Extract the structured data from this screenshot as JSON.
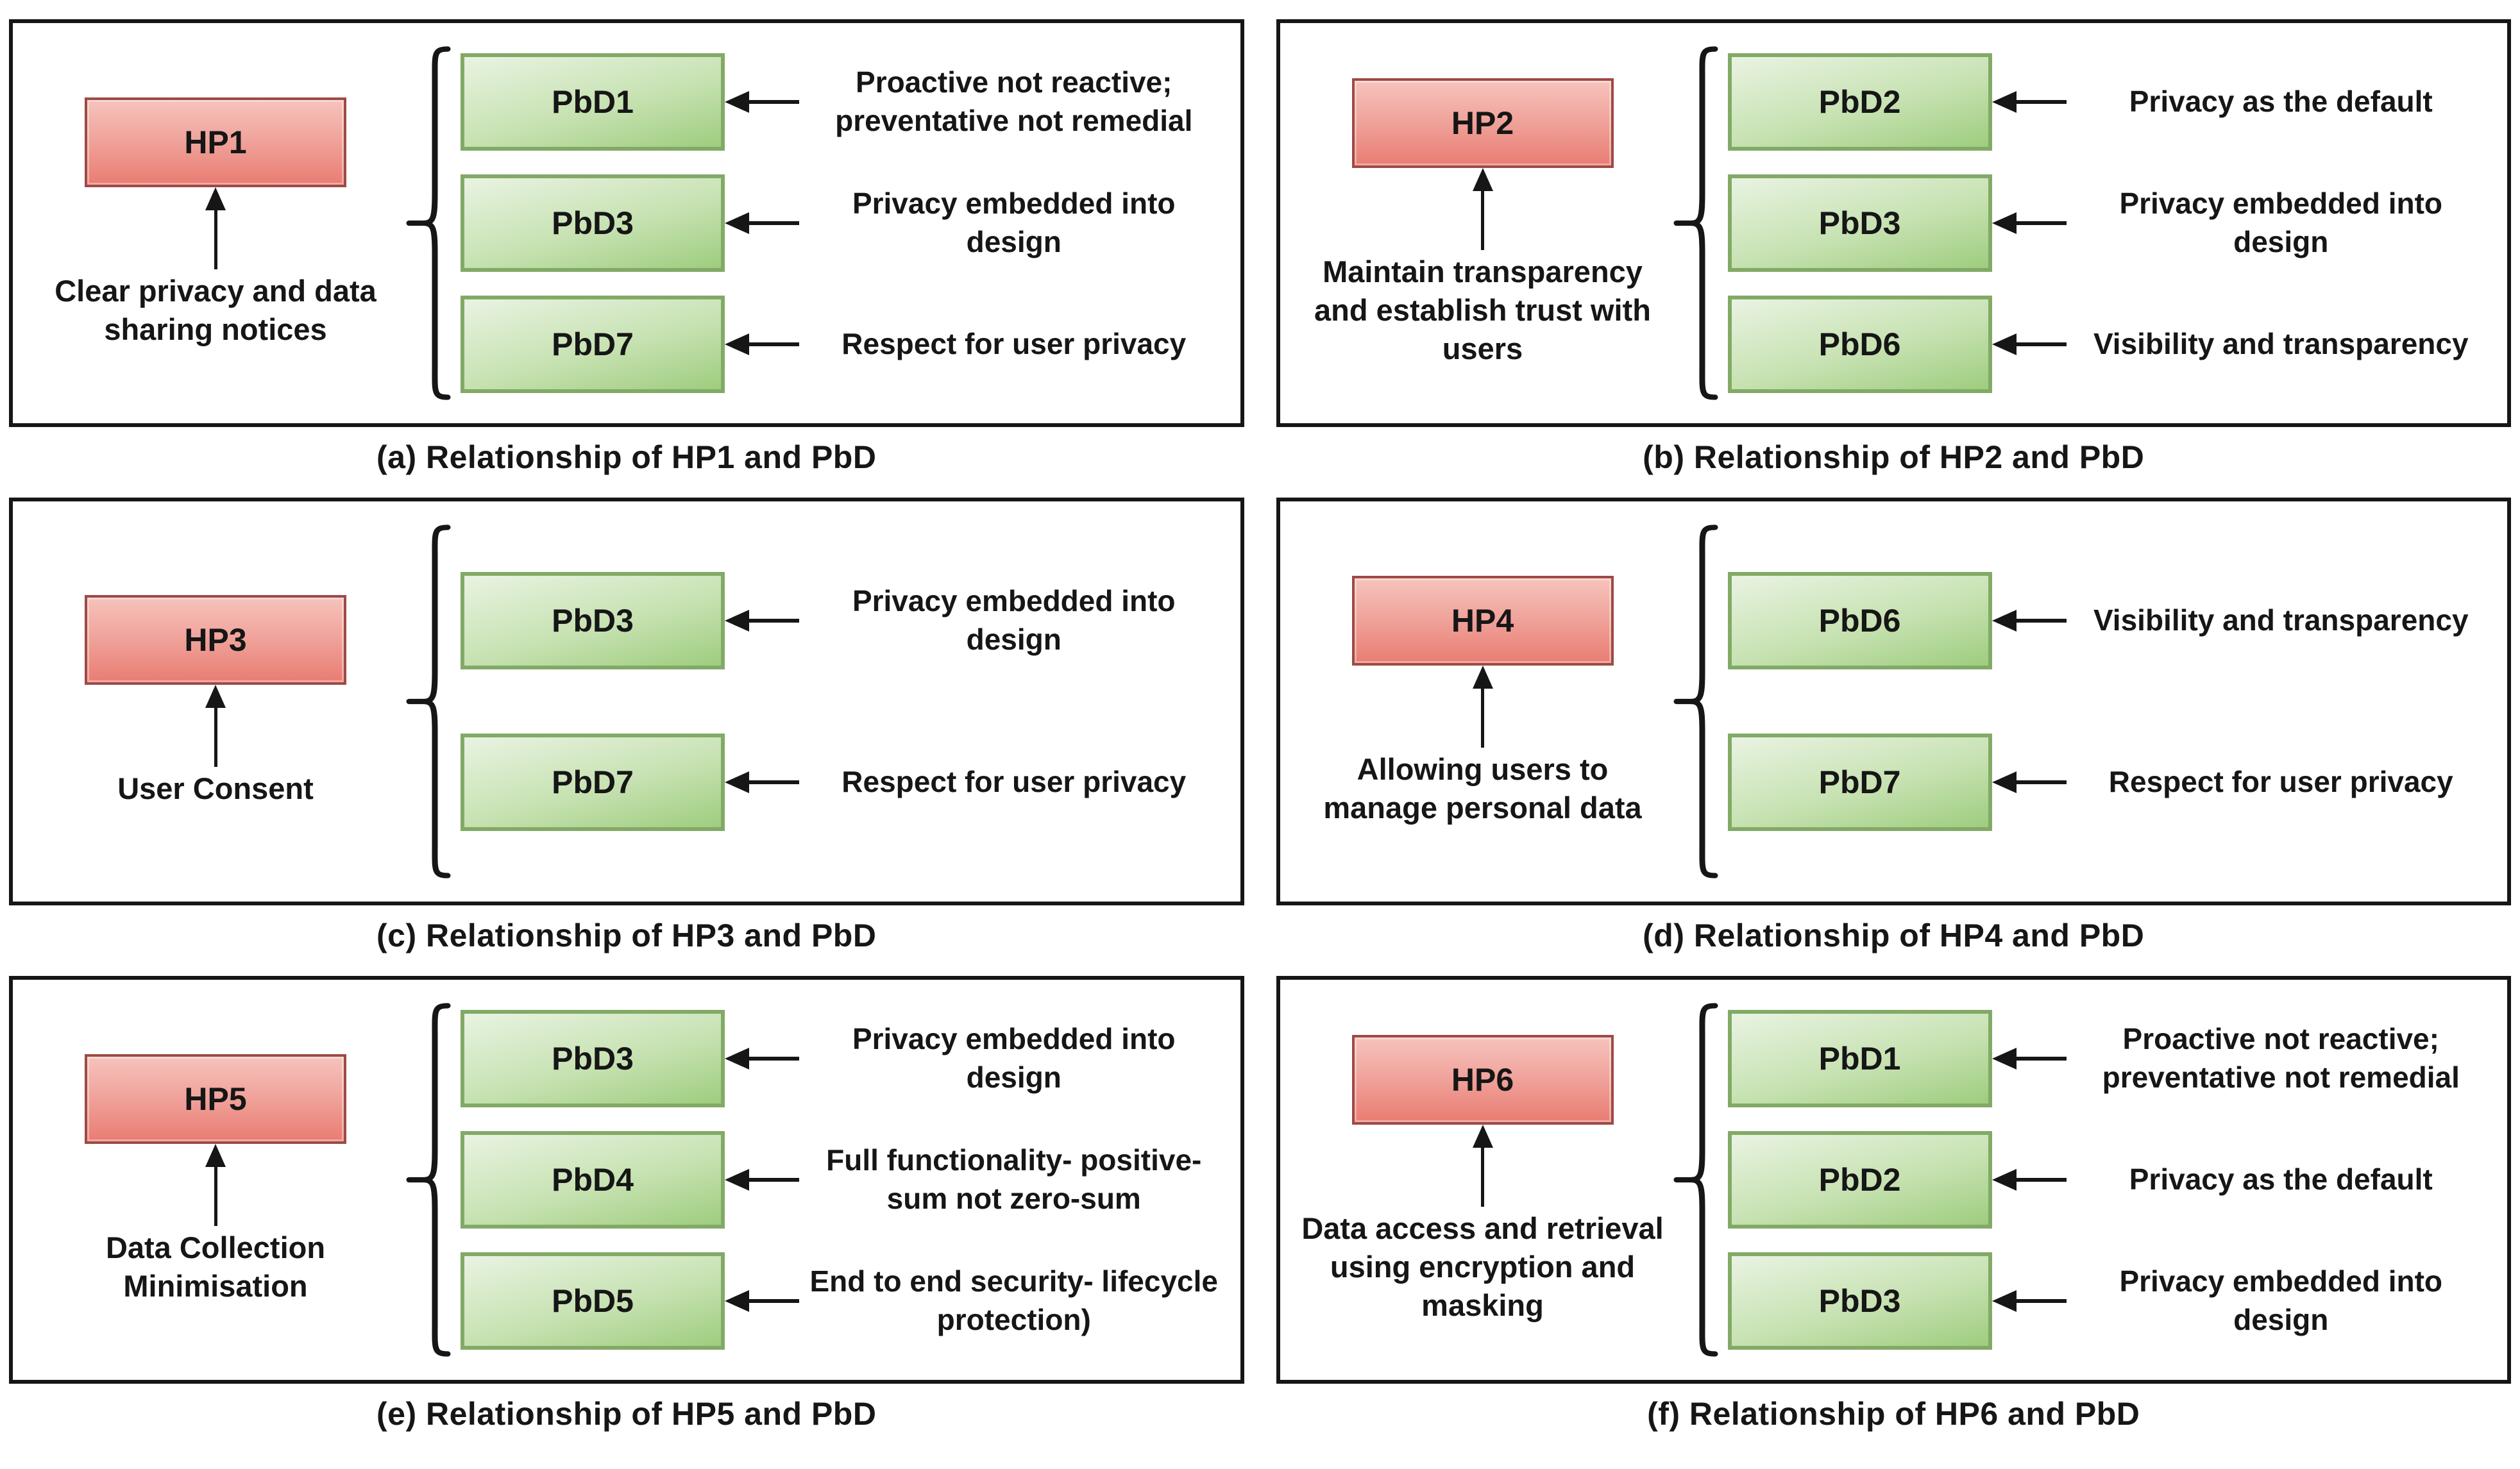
{
  "figure": {
    "colors": {
      "hp_border": "#9e4a45",
      "hp_fill_top": "#f6c3bc",
      "hp_fill_bottom": "#e97c72",
      "pbd_border": "#82aa66",
      "pbd_fill_top": "#e9f3e2",
      "pbd_fill_bottom": "#9ecd7f",
      "frame_border": "#161616",
      "ink": "#161616"
    },
    "panels": [
      {
        "id": "a",
        "hp_label": "HP1",
        "hp_description": "Clear privacy and data sharing notices",
        "caption": "(a) Relationship of HP1 and PbD",
        "items": [
          {
            "label": "PbD1",
            "description": "Proactive not reactive; preventative not remedial"
          },
          {
            "label": "PbD3",
            "description": "Privacy embedded into design"
          },
          {
            "label": "PbD7",
            "description": "Respect for user privacy"
          }
        ]
      },
      {
        "id": "b",
        "hp_label": "HP2",
        "hp_description": "Maintain transparency and establish trust with users",
        "caption": "(b) Relationship of HP2 and PbD",
        "items": [
          {
            "label": "PbD2",
            "description": "Privacy as the default"
          },
          {
            "label": "PbD3",
            "description": "Privacy embedded into design"
          },
          {
            "label": "PbD6",
            "description": "Visibility and transparency"
          }
        ]
      },
      {
        "id": "c",
        "hp_label": "HP3",
        "hp_description": "User Consent",
        "caption": "(c) Relationship of HP3 and PbD",
        "items": [
          {
            "label": "PbD3",
            "description": "Privacy embedded into design"
          },
          {
            "label": "PbD7",
            "description": "Respect for user privacy"
          }
        ]
      },
      {
        "id": "d",
        "hp_label": "HP4",
        "hp_description": "Allowing users to manage personal data",
        "caption": "(d) Relationship of HP4 and PbD",
        "items": [
          {
            "label": "PbD6",
            "description": "Visibility and transparency"
          },
          {
            "label": "PbD7",
            "description": "Respect for user privacy"
          }
        ]
      },
      {
        "id": "e",
        "hp_label": "HP5",
        "hp_description": "Data Collection Minimisation",
        "caption": "(e) Relationship of HP5 and PbD",
        "items": [
          {
            "label": "PbD3",
            "description": "Privacy embedded into design"
          },
          {
            "label": "PbD4",
            "description": "Full functionality- positive-sum not zero-sum"
          },
          {
            "label": "PbD5",
            "description": "End to end security- lifecycle protection)"
          }
        ]
      },
      {
        "id": "f",
        "hp_label": "HP6",
        "hp_description": "Data access and retrieval using encryption and masking",
        "caption": "(f) Relationship of HP6 and PbD",
        "items": [
          {
            "label": "PbD1",
            "description": "Proactive not reactive; preventative not remedial"
          },
          {
            "label": "PbD2",
            "description": "Privacy as the default"
          },
          {
            "label": "PbD3",
            "description": "Privacy embedded into design"
          }
        ]
      }
    ]
  }
}
